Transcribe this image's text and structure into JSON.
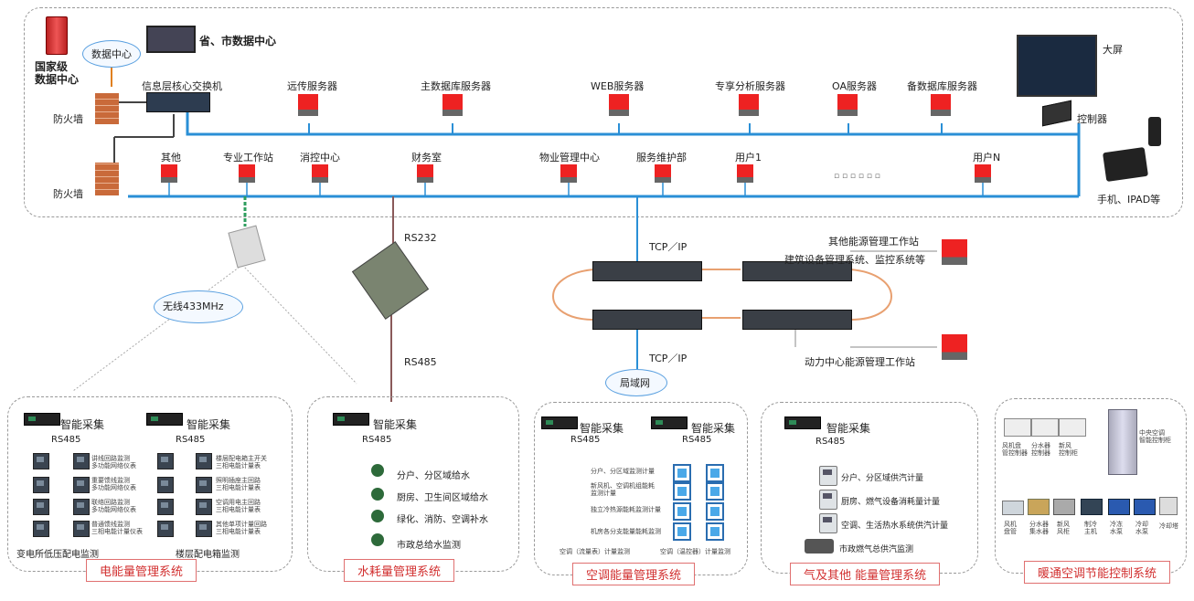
{
  "top": {
    "national_center": "国家级\n数据中心",
    "data_cloud": "数据中心",
    "province_center": "省、市数据中心",
    "firewall1": "防火墙",
    "firewall2": "防火墙",
    "core_switch": "信息层核心交换机",
    "servers": [
      "远传服务器",
      "主数据库服务器",
      "WEB服务器",
      "专享分析服务器",
      "OA服务器",
      "备数据库服务器"
    ],
    "clients": [
      "其他",
      "专业工作站",
      "消控中心",
      "财务室",
      "物业管理中心",
      "服务维护部",
      "用户1",
      "用户N"
    ],
    "dots": "▫ ▫ ▫ ▫ ▫ ▫",
    "big_screen": "大屏",
    "controller": "控制器",
    "mobile": "手机、IPAD等"
  },
  "mid": {
    "wireless": "无线433MHz",
    "rs232": "RS232",
    "rs485": "RS485",
    "tcpip1": "TCP／IP",
    "tcpip2": "TCP／IP",
    "lan": "局域网",
    "other_station": "其他能源管理工作站",
    "building_sys": "建筑设备管理系统、监控系统等",
    "power_station": "动力中心能源管理工作站"
  },
  "systems": {
    "elec": {
      "title": "电能量管理系统",
      "col1_head": "智能采集",
      "col2_head": "智能采集",
      "rs485a": "RS485",
      "rs485b": "RS485",
      "col1_items": [
        "讲线回路监测\n多功能网络仪表",
        "重要馈线监测\n多功能网络仪表",
        "联络回路监测\n多功能网络仪表",
        "普通馈线监测\n三相电能计量仪表"
      ],
      "col2_items": [
        "楼层配电箱主开关\n三相电能计量表",
        "照明插座主回路\n三相电能计量表",
        "空调用电主回路\n三相电能计量表",
        "其他单项计量回路\n三相电能计量表"
      ],
      "foot1": "变电所低压配电监测",
      "foot2": "楼层配电箱监测"
    },
    "water": {
      "title": "水耗量管理系统",
      "head": "智能采集",
      "rs485": "RS485",
      "items": [
        "分户、分区域给水",
        "厨房、卫生间区域给水",
        "绿化、消防、空调补水",
        "市政总给水监测"
      ]
    },
    "ac": {
      "title": "空调能量管理系统",
      "head1": "智能采集",
      "head2": "智能采集",
      "rs485a": "RS485",
      "rs485b": "RS485",
      "items": [
        "分户、分区域监测计量",
        "新风机、空调机组能耗\n监测计量",
        "独立冷热源能耗监测计量",
        "机房各分支能量能耗监测"
      ],
      "foot1": "空调（流量表）计量监测",
      "foot2": "空调（温控器）计量监测"
    },
    "gas": {
      "title": "气及其他 能量管理系统",
      "head": "智能采集",
      "rs485": "RS485",
      "items": [
        "分户、分区域供汽计量",
        "厨房、燃气设备消耗量计量",
        "空调、生活热水系统供汽计量",
        "市政燃气总供汽监测"
      ]
    },
    "hvac": {
      "title": "暖通空调节能控制系统",
      "top_items": [
        "风机盘\n管控制器",
        "分水器\n控制器",
        "新风\n控制柜"
      ],
      "cabinet": "中央空调\n智能控制柜",
      "bottom_items": [
        "风机\n盘管",
        "分水器\n集水器",
        "新风\n风柜",
        "制冷\n主机",
        "冷冻\n水泵",
        "冷却\n水泵",
        "冷却塔"
      ]
    }
  },
  "colors": {
    "blue_bus": "#2a8fd6",
    "green_link": "#2e9e5e",
    "brown_link": "#8a5a5a",
    "ring": "#e8a070",
    "title_red": "#d23030"
  }
}
